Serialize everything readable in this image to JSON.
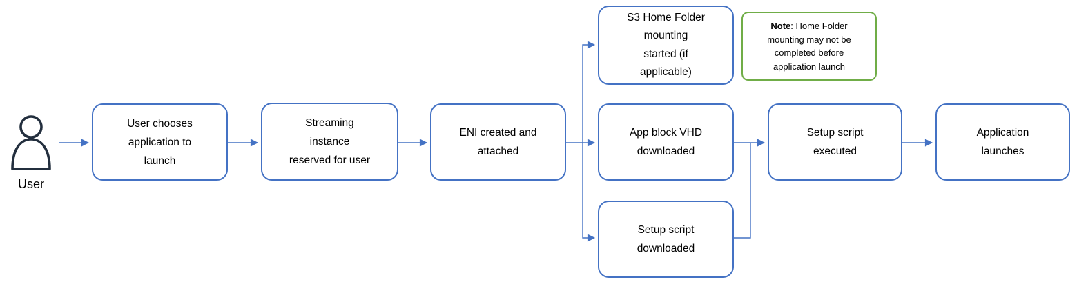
{
  "actor": {
    "label": "User",
    "icon": "user-icon"
  },
  "nodes": [
    {
      "name": "user-chooses-application",
      "label": "User chooses\napplication to\nlaunch"
    },
    {
      "name": "streaming-instance-reserved",
      "label": "Streaming\ninstance\nreserved for user"
    },
    {
      "name": "eni-created-attached",
      "label": "ENI created and\nattached"
    },
    {
      "name": "s3-home-folder-mounting",
      "label": "S3 Home Folder\nmounting\nstarted (if\napplicable)"
    },
    {
      "name": "app-block-vhd-downloaded",
      "label": "App block VHD\ndownloaded"
    },
    {
      "name": "setup-script-downloaded",
      "label": "Setup script\ndownloaded"
    },
    {
      "name": "setup-script-executed",
      "label": "Setup script\nexecuted"
    },
    {
      "name": "application-launches",
      "label": "Application\nlaunches"
    }
  ],
  "note": {
    "bold": "Note",
    "rest": ": Home Folder mounting may not be completed before application launch"
  },
  "colors": {
    "node_border": "#4472C4",
    "connector": "#4472C4",
    "note_border": "#70AD47",
    "actor_icon": "#232F3E",
    "text": "#000000"
  }
}
